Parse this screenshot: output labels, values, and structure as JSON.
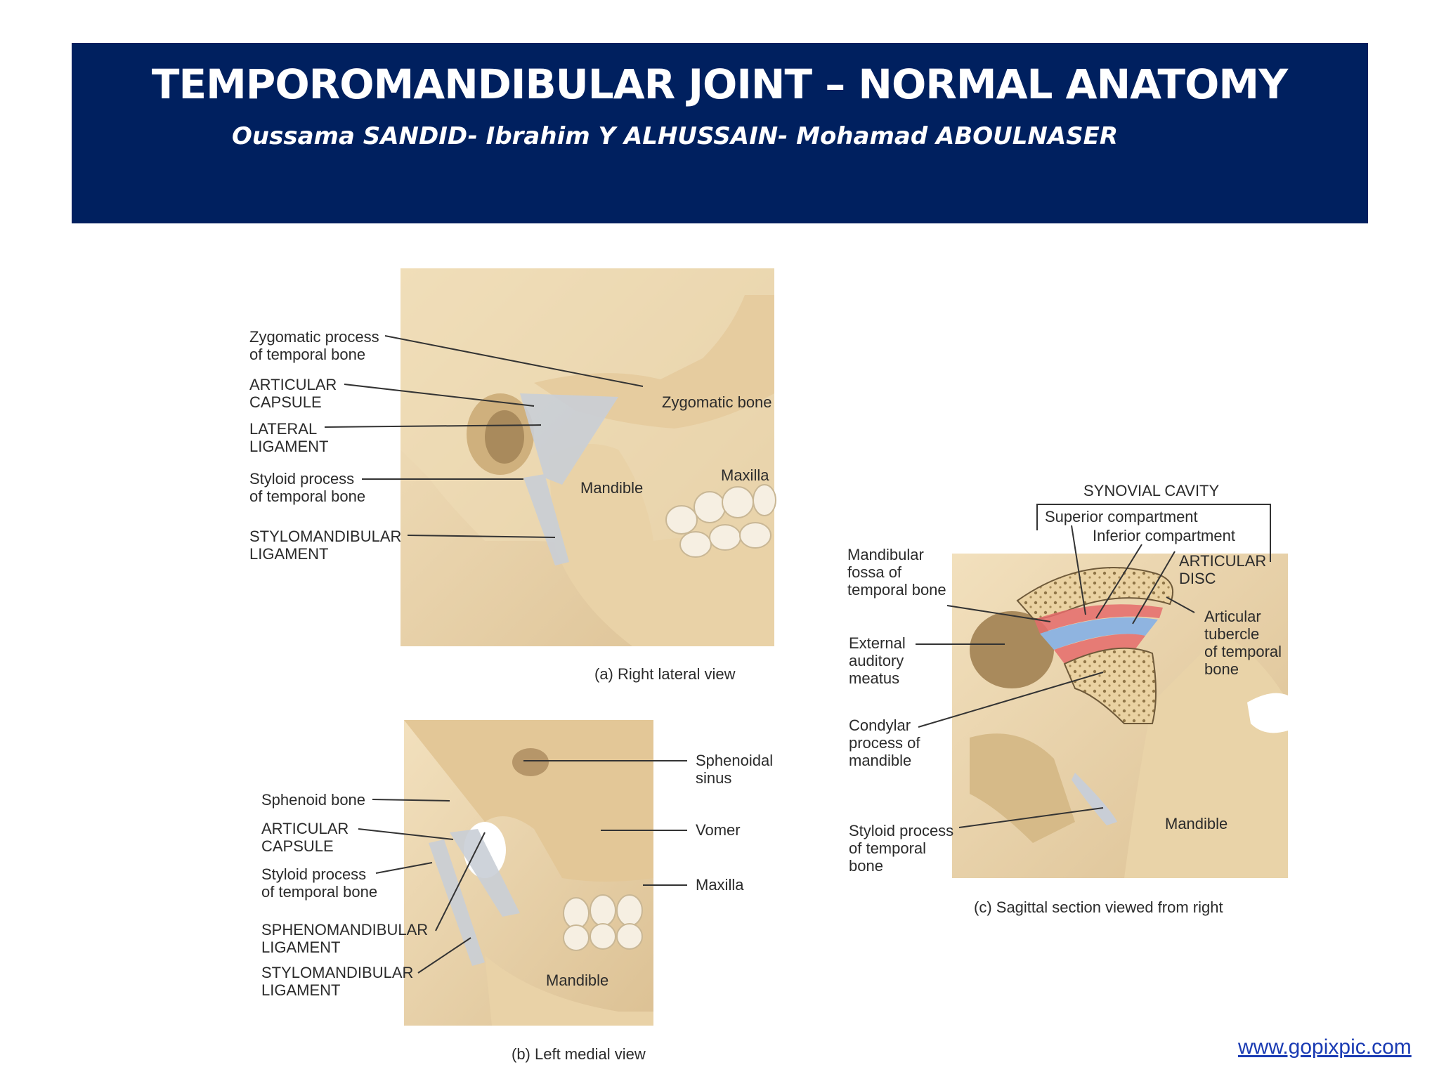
{
  "header": {
    "title": "TEMPOROMANDIBULAR JOINT – NORMAL ANATOMY",
    "authors": "Oussama SANDID- Ibrahim Y ALHUSSAIN- Mohamad ABOULNASER"
  },
  "panel_a": {
    "caption": "(a) Right lateral view",
    "labels": {
      "zygomatic_process": "Zygomatic process\nof temporal bone",
      "articular_capsule": "ARTICULAR\nCAPSULE",
      "lateral_ligament": "LATERAL\nLIGAMENT",
      "styloid_process": "Styloid process\nof temporal bone",
      "stylomandibular": "STYLOMANDIBULAR\nLIGAMENT",
      "zygomatic_bone": "Zygomatic bone",
      "mandible": "Mandible",
      "maxilla": "Maxilla"
    }
  },
  "panel_b": {
    "caption": "(b) Left medial view",
    "labels": {
      "sphenoid_bone": "Sphenoid bone",
      "articular_capsule": "ARTICULAR\nCAPSULE",
      "styloid_process": "Styloid process\nof temporal bone",
      "sphenomandibular": "SPHENOMANDIBULAR\nLIGAMENT",
      "stylomandibular": "STYLOMANDIBULAR\nLIGAMENT",
      "sphenoidal_sinus": "Sphenoidal\nsinus",
      "vomer": "Vomer",
      "maxilla": "Maxilla",
      "mandible": "Mandible"
    }
  },
  "panel_c": {
    "caption": "(c) Sagittal section viewed from right",
    "labels": {
      "synovial_cavity": "SYNOVIAL CAVITY",
      "superior_compartment": "Superior compartment",
      "inferior_compartment": "Inferior compartment",
      "articular_disc": "ARTICULAR\nDISC",
      "articular_tubercle": "Articular\ntubercle\nof temporal\nbone",
      "mandibular_fossa": "Mandibular\nfossa of\ntemporal bone",
      "external_auditory": "External\nauditory\nmeatus",
      "condylar_process": "Condylar\nprocess of\nmandible",
      "styloid_process": "Styloid process\nof temporal\nbone",
      "mandible": "Mandible"
    }
  },
  "footer": {
    "link": "www.gopixpic.com"
  },
  "colors": {
    "banner": "#00205f",
    "bone": "#ecd6ad",
    "bone_shadow": "#d9be8e",
    "ligament": "#c7ccd3"
  }
}
